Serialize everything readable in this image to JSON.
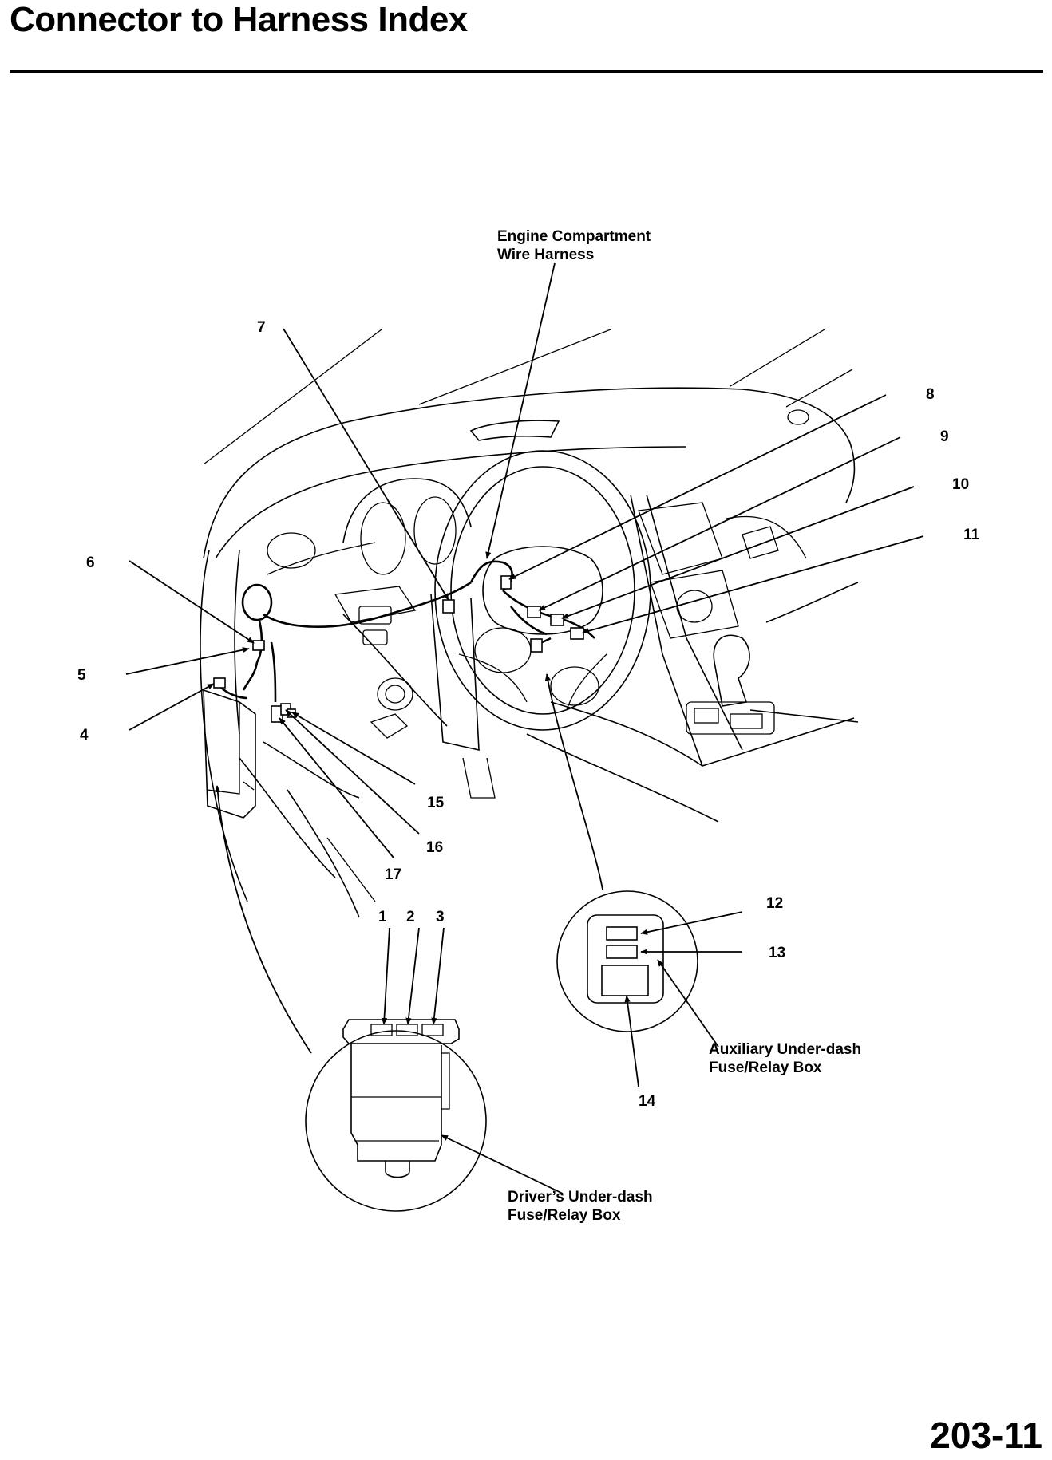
{
  "header": {
    "title": "Connector to Harness Index"
  },
  "footer": {
    "page_number": "203-11"
  },
  "callouts": {
    "c1": "1",
    "c2": "2",
    "c3": "3",
    "c4": "4",
    "c5": "5",
    "c6": "6",
    "c7": "7",
    "c8": "8",
    "c9": "9",
    "c10": "10",
    "c11": "11",
    "c12": "12",
    "c13": "13",
    "c14": "14",
    "c15": "15",
    "c16": "16",
    "c17": "17"
  },
  "labels": {
    "engine_harness": [
      "Engine Compartment",
      "Wire Harness"
    ],
    "aux_box": [
      "Auxiliary Under-dash",
      "Fuse/Relay Box"
    ],
    "driver_box": [
      "Driver’s Under-dash",
      "Fuse/Relay Box"
    ]
  }
}
